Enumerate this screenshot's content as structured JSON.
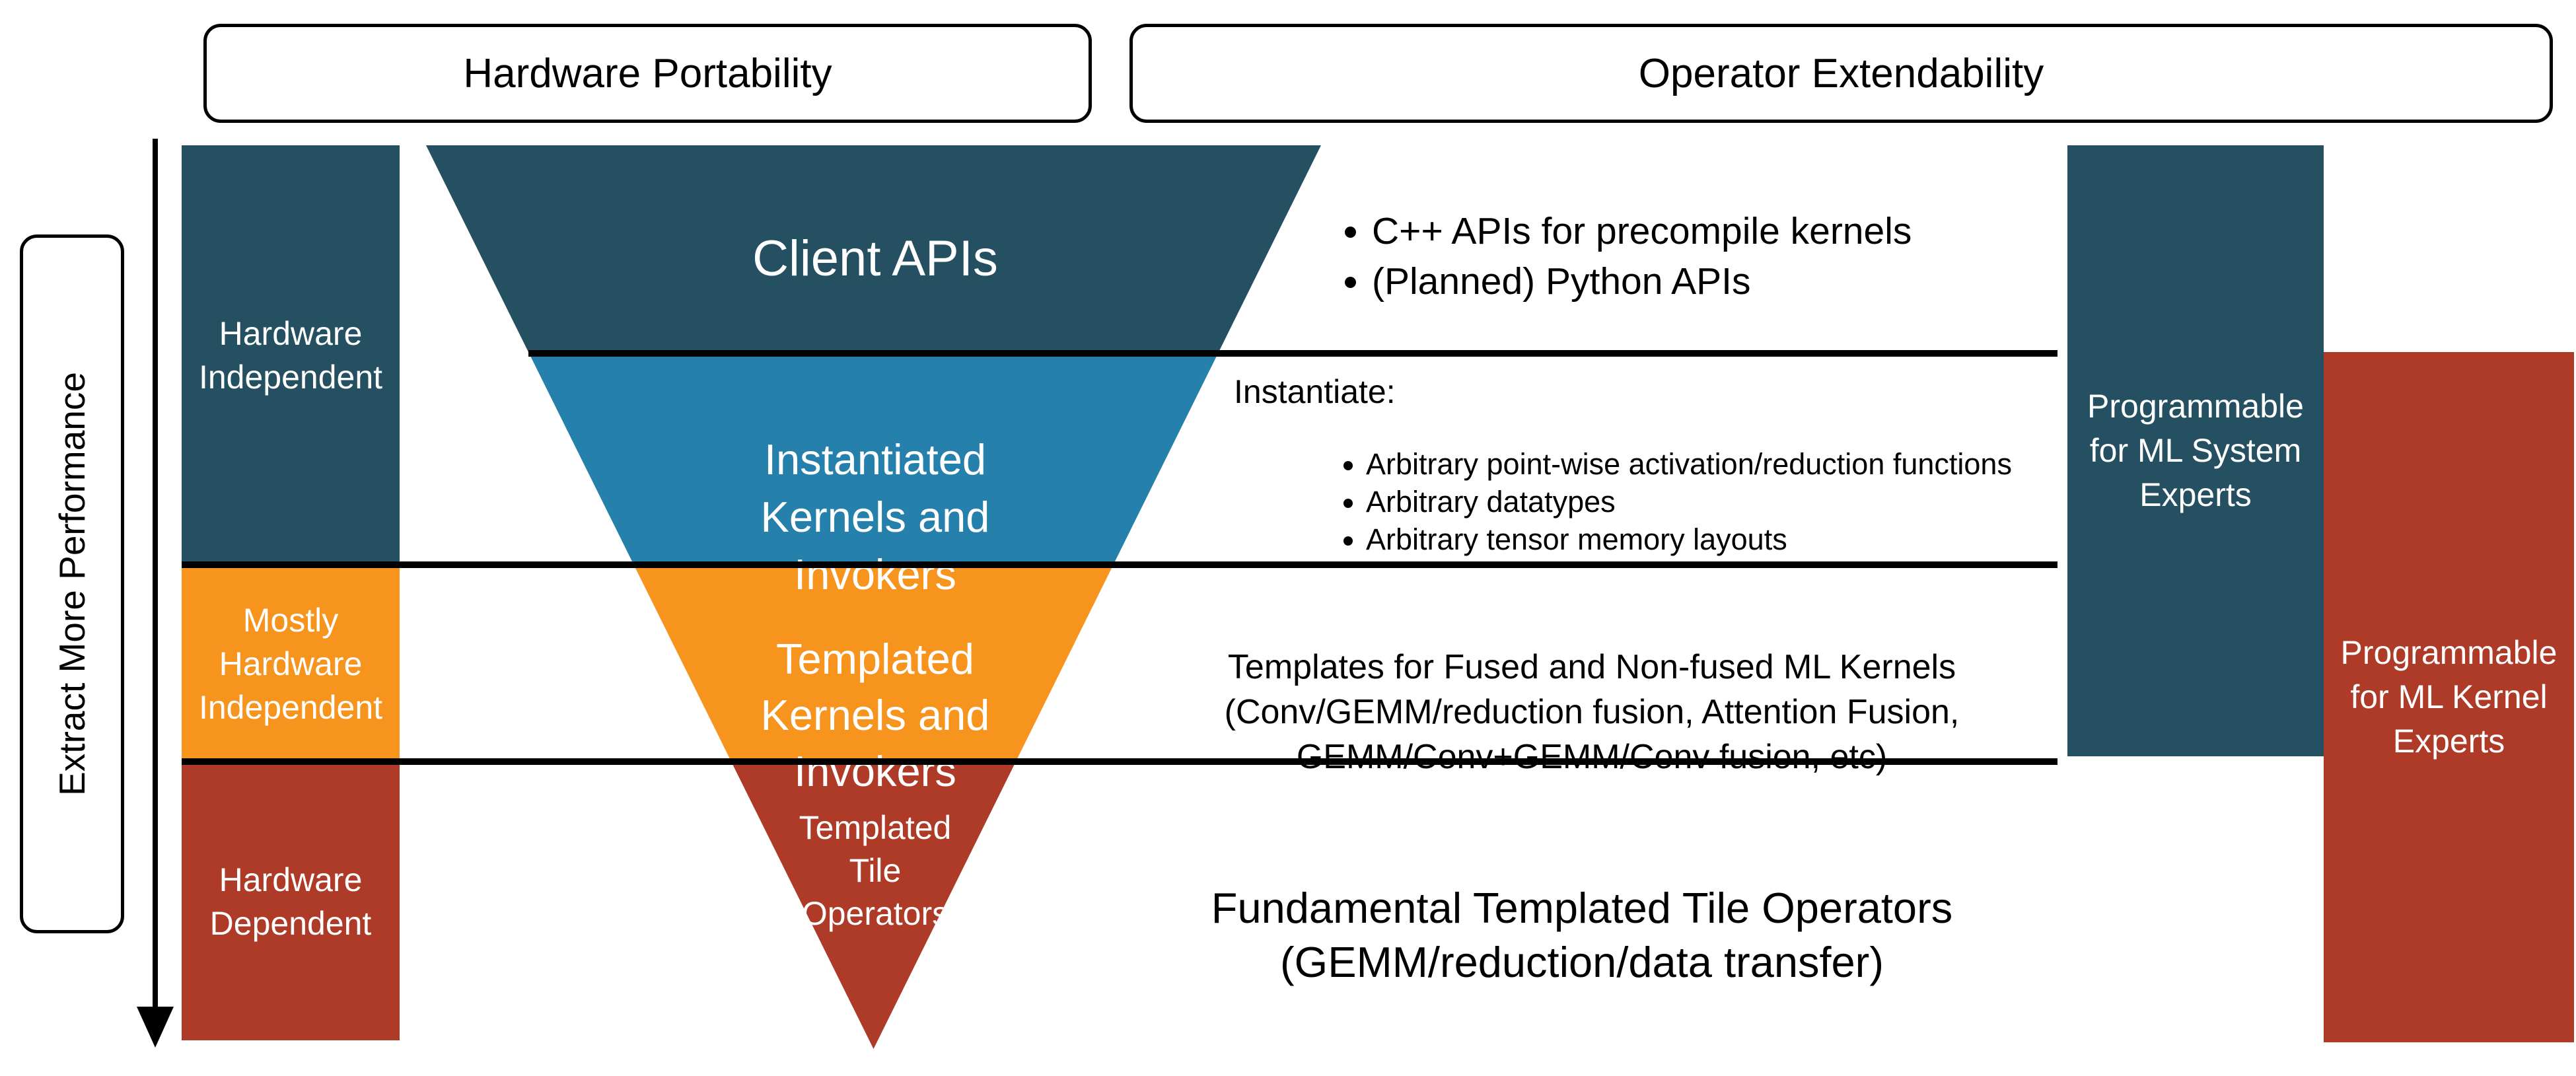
{
  "colors": {
    "navy": "#245062",
    "teal": "#2581AB",
    "orange": "#F7941E",
    "brick": "#AE3B28",
    "line": "#000000"
  },
  "header": {
    "hardware_portability": "Hardware Portability",
    "operator_extendability": "Operator Extendability"
  },
  "performance_axis": {
    "label": "Extract More Performance"
  },
  "hardware_levels": {
    "independent": "Hardware\nIndependent",
    "mostly_independent": "Mostly\nHardware\nIndependent",
    "dependent": "Hardware\nDependent"
  },
  "funnel": {
    "client_apis": "Client APIs",
    "instantiated_kernels": "Instantiated\nKernels and\nInvokers",
    "templated_kernels": "Templated\nKernels and\nInvokers",
    "tile_operators": "Templated\nTile\nOperators"
  },
  "annotations": {
    "client_api_bullets": [
      "C++ APIs for precompile kernels",
      "(Planned) Python APIs"
    ],
    "instantiate_title": "Instantiate:",
    "instantiate_bullets": [
      "Arbitrary point-wise activation/reduction functions",
      "Arbitrary datatypes",
      "Arbitrary tensor memory layouts"
    ],
    "templates_text": "Templates for Fused and Non-fused ML Kernels\n(Conv/GEMM/reduction fusion, Attention Fusion,\nGEMM/Conv+GEMM/Conv fusion, etc)",
    "fundamental_text": "Fundamental Templated Tile Operators\n(GEMM/reduction/data transfer)"
  },
  "audience": {
    "ml_system": "Programmable\nfor ML System\nExperts",
    "ml_kernel": "Programmable\nfor ML Kernel\nExperts"
  }
}
